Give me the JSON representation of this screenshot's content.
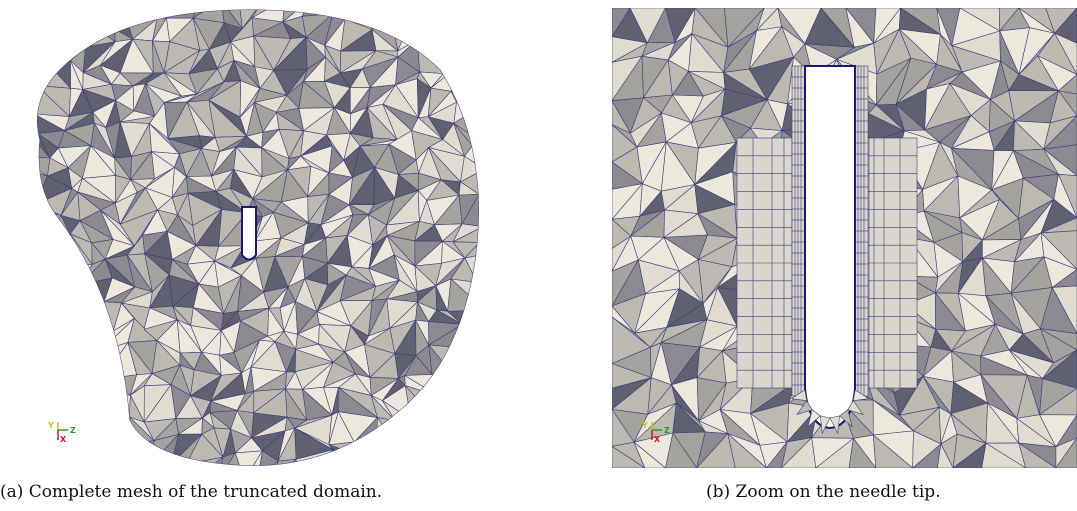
{
  "figure": {
    "panel_a": {
      "caption": "(a) Complete mesh of the truncated domain.",
      "axes_labels": [
        "Y",
        "Z",
        "X"
      ]
    },
    "panel_b": {
      "caption": "(b) Zoom on the needle tip.",
      "axes_labels": [
        "Y",
        "Z",
        "X"
      ]
    }
  },
  "colors": {
    "edge": "#3d3f78",
    "face_light": "#ece8dc",
    "face_mid": "#bcb9b1",
    "face_dark": "#5f6070",
    "needle_outline": "#1a1a6e",
    "axis_y": "#c8c020",
    "axis_z": "#2a9a2a",
    "axis_x": "#d01818"
  }
}
